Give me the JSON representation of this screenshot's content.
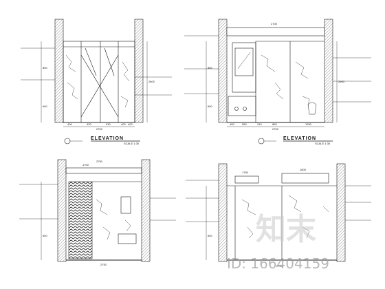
{
  "elevations": [
    {
      "id": "A",
      "title": "ELEVATION",
      "scale": "SCALE 1:30",
      "dims_bottom": [
        "400",
        "930",
        "930",
        "400",
        "400"
      ],
      "dims_total": "2700",
      "dims_right": [
        "2600"
      ],
      "dims_left": [
        "850",
        "600"
      ]
    },
    {
      "id": "B",
      "title": "ELEVATION",
      "scale": "SCALE 1:30",
      "dims_top": [
        "2700"
      ],
      "dims_bottom": [
        "400",
        "550",
        "210",
        "850",
        "1250"
      ],
      "dims_total": "2700",
      "dims_right": [
        "2600"
      ],
      "dims_left": [
        "850",
        "600"
      ]
    },
    {
      "id": "C",
      "dims_top": [
        "1700",
        "2750"
      ],
      "dims_bottom": [
        "2750"
      ],
      "dims_left": [
        "600"
      ]
    },
    {
      "id": "D",
      "dims_top": [
        "1750",
        "1800"
      ],
      "dims_bottom": [
        "2700"
      ],
      "dims_left": [
        "600"
      ]
    }
  ],
  "watermark": {
    "brand": "知末",
    "id_label": "ID: 166404159"
  },
  "colors": {
    "line": "#1a1a1a",
    "wall_hatch": "#555555",
    "watermark": "#9a9a9a"
  }
}
